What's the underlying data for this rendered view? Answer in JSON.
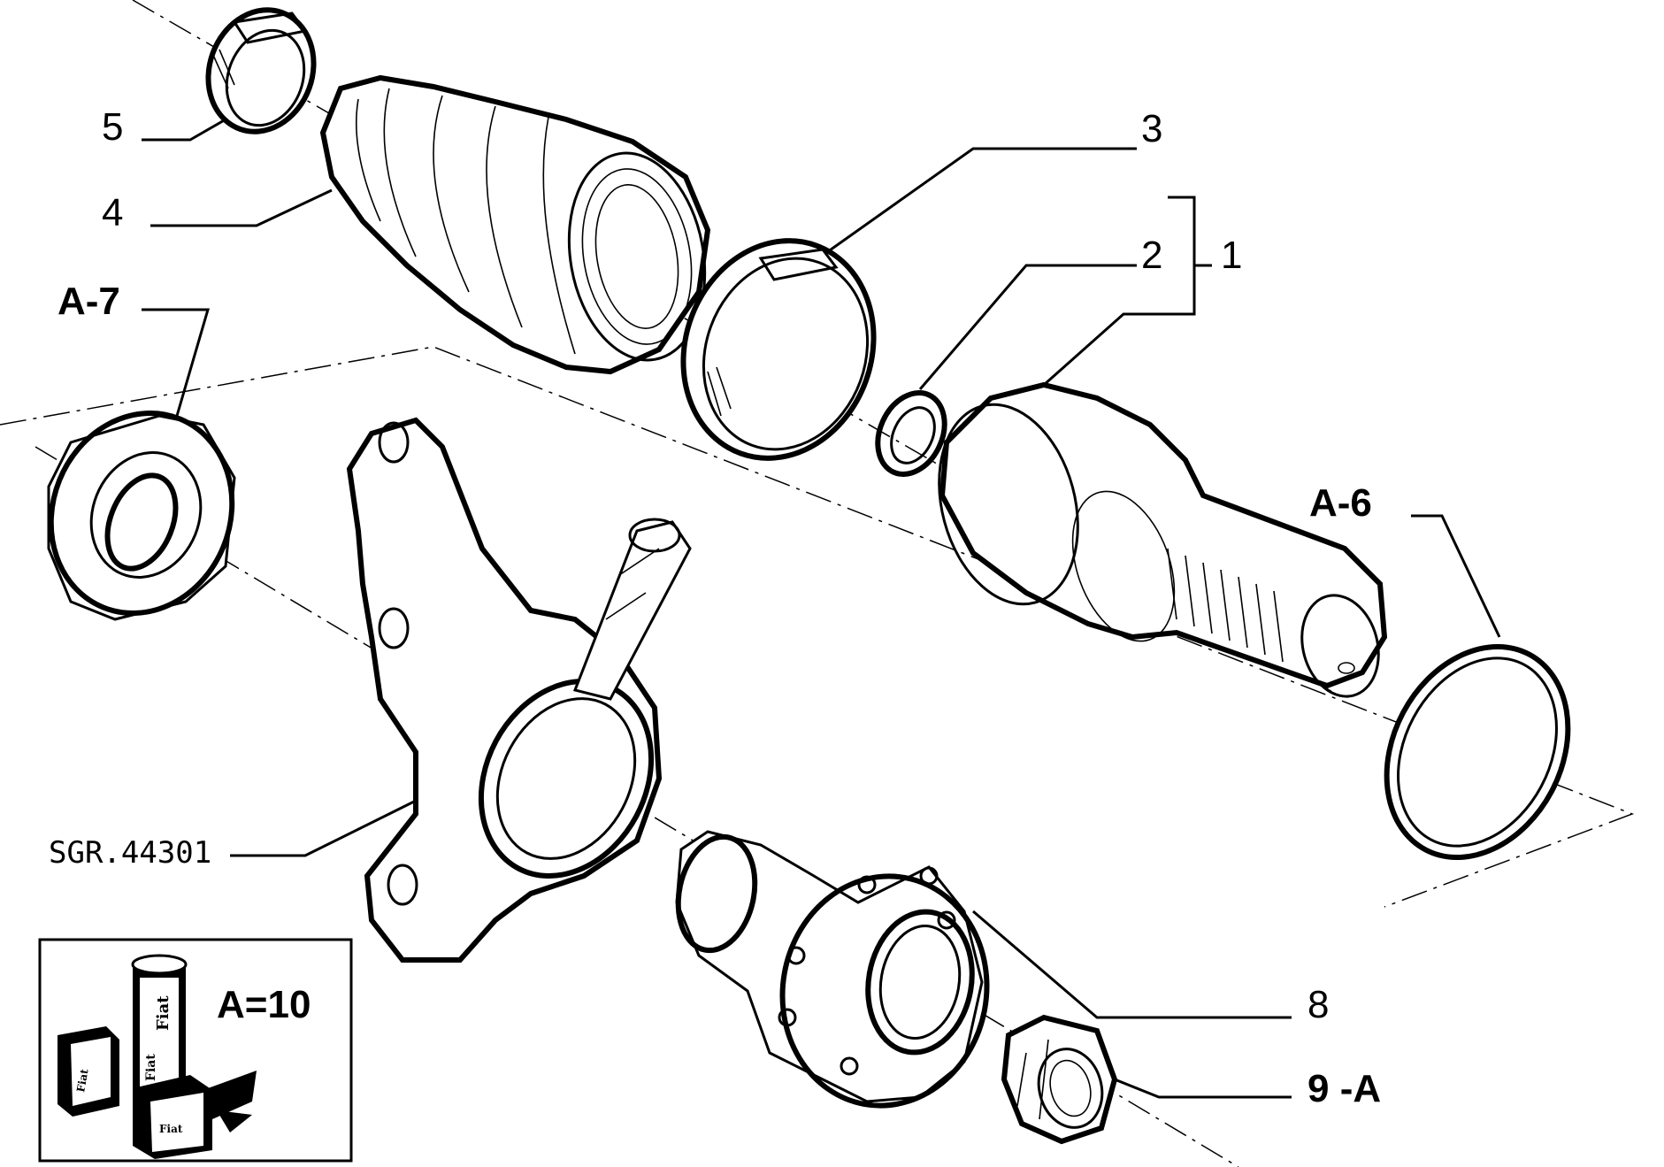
{
  "callouts": {
    "c5": "5",
    "c4": "4",
    "c3": "3",
    "c2": "2",
    "c1": "1",
    "cA7": "A-7",
    "cA6": "A-6",
    "c8": "8",
    "c9A": "9 -A"
  },
  "drawing_code": "SGR.44301",
  "legend": {
    "formula": "A=10",
    "icon_name": "fiat-grease-tube-and-boxes-icon",
    "icon_lettering": [
      "Fiat",
      "Fiat",
      "Fiat",
      "Fiat"
    ]
  }
}
